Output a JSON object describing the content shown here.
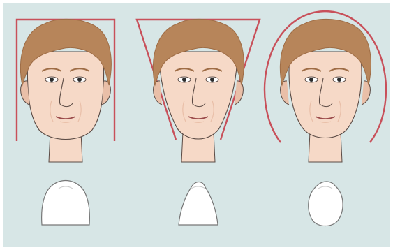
{
  "figure": {
    "description": "",
    "panels": [
      {
        "face_shape": "square",
        "outline_shape": "rectangle",
        "tooth_shape": "square-tapering"
      },
      {
        "face_shape": "tapering",
        "outline_shape": "trapezoid",
        "tooth_shape": "tapering"
      },
      {
        "face_shape": "ovoid",
        "outline_shape": "oval-arc",
        "tooth_shape": "ovoid"
      }
    ]
  },
  "colors": {
    "background": "#d7e6e6",
    "outline": "#c8505a",
    "hair": "#b7855a",
    "hair_shadow": "#9e6c45",
    "skin": "#f6d9c7",
    "skin_shadow": "#e9bfa8",
    "feature_line": "#5a4a44",
    "tooth_fill": "#ffffff",
    "tooth_stroke": "#777777"
  }
}
